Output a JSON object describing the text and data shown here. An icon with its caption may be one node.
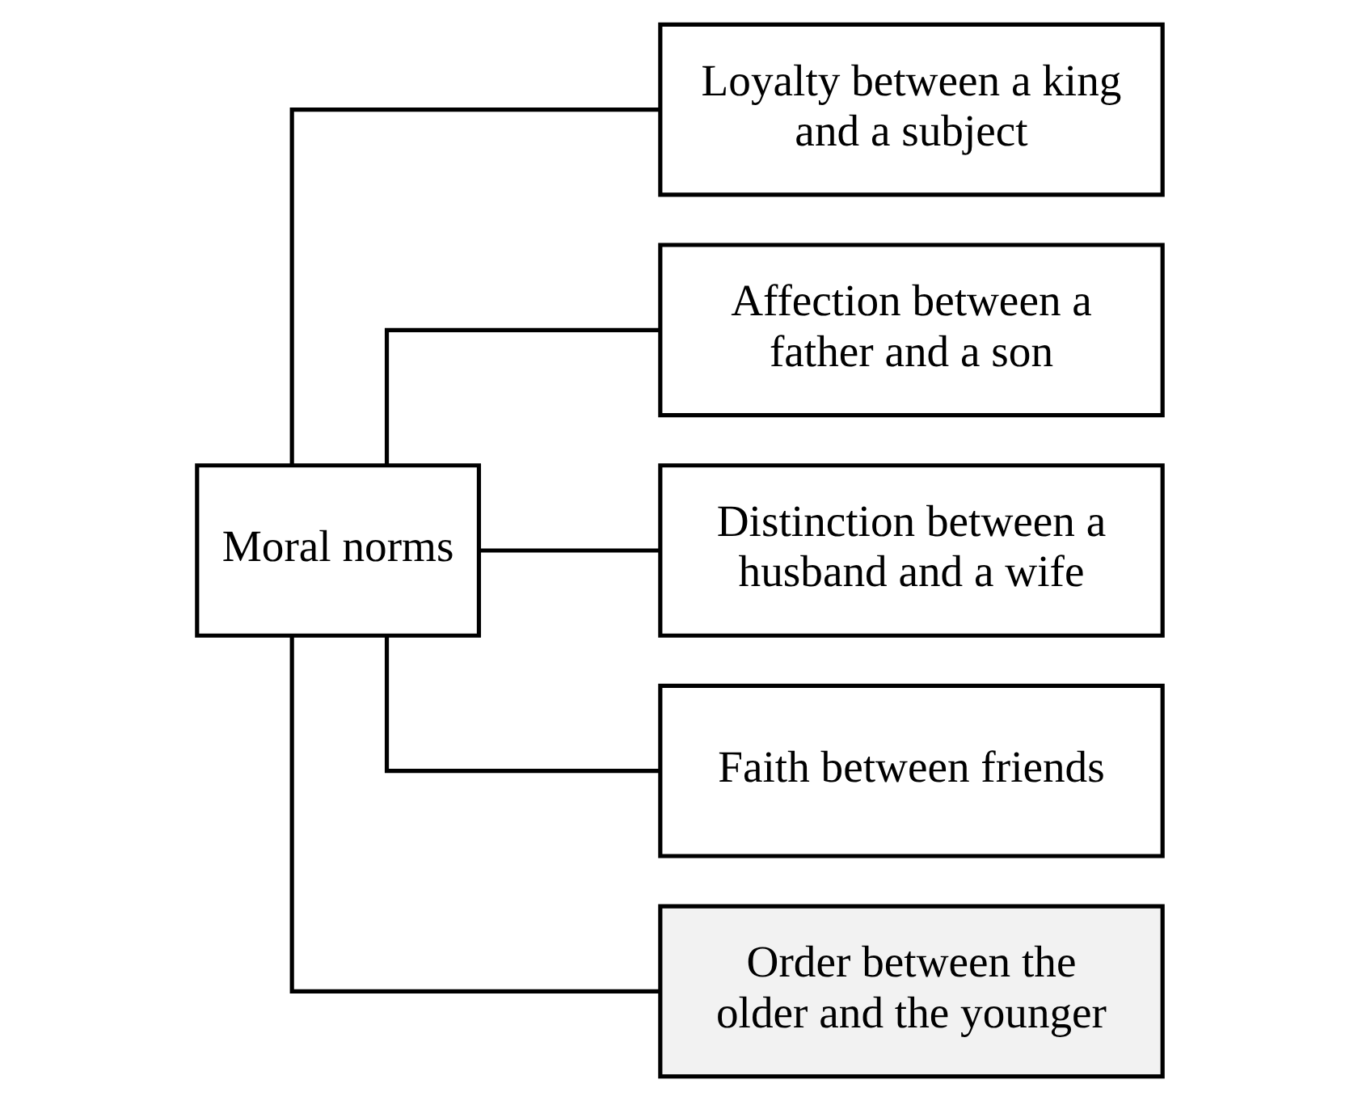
{
  "diagram": {
    "nodes": [
      {
        "text": [
          "Moral norms"
        ]
      },
      {
        "text": [
          "Loyalty between a king and a subject"
        ]
      },
      {
        "text": [
          "Affection between a father and a son"
        ]
      },
      {
        "text": [
          "Distinction between a husband and a wife"
        ]
      },
      {
        "text": [
          "Faith between friends"
        ]
      },
      {
        "text": [
          "Order between the older and the younger"
        ]
      }
    ],
    "edges": [
      {
        "from": 0,
        "to": 1,
        "arrow": "none"
      },
      {
        "from": 0,
        "to": 2,
        "arrow": "none"
      },
      {
        "from": 0,
        "to": 3,
        "arrow": "none"
      },
      {
        "from": 0,
        "to": 4,
        "arrow": "none"
      },
      {
        "from": 0,
        "to": 5,
        "arrow": "none"
      }
    ]
  }
}
